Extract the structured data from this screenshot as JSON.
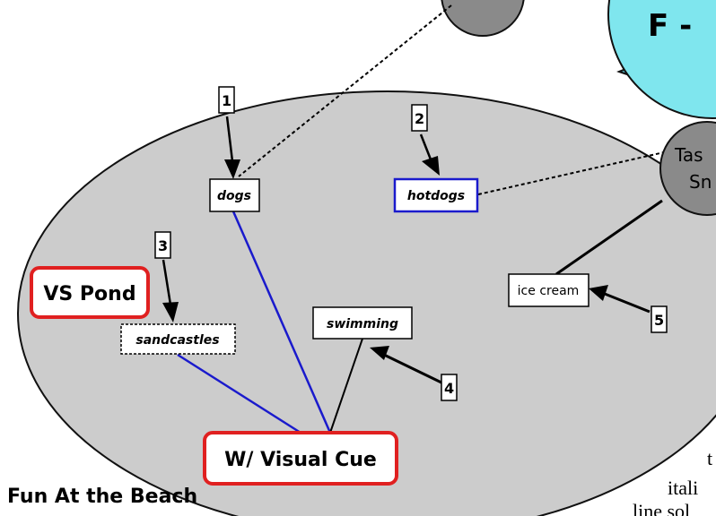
{
  "diagram": {
    "caption": "Fun At the Beach",
    "top_circle_label": "F -",
    "side_circle_label_line1": "Tas",
    "side_circle_label_line2": "Sn",
    "nodes": {
      "dogs": "dogs",
      "hotdogs": "hotdogs",
      "sandcastles": "sandcastles",
      "swimming": "swimming",
      "ice_cream": "ice cream",
      "vs_pond": "VS Pond",
      "visual_cue": "W/ Visual Cue"
    },
    "markers": [
      "1",
      "2",
      "3",
      "4",
      "5"
    ],
    "overflow_text": [
      "t",
      "itali",
      "line sol"
    ],
    "colors": {
      "ellipse_fill": "#cccccc",
      "dark_circle": "#8a8a8a",
      "cyan_circle": "#7fe6ee",
      "red_border": "#e02020",
      "blue_line": "#1a1acc"
    }
  }
}
